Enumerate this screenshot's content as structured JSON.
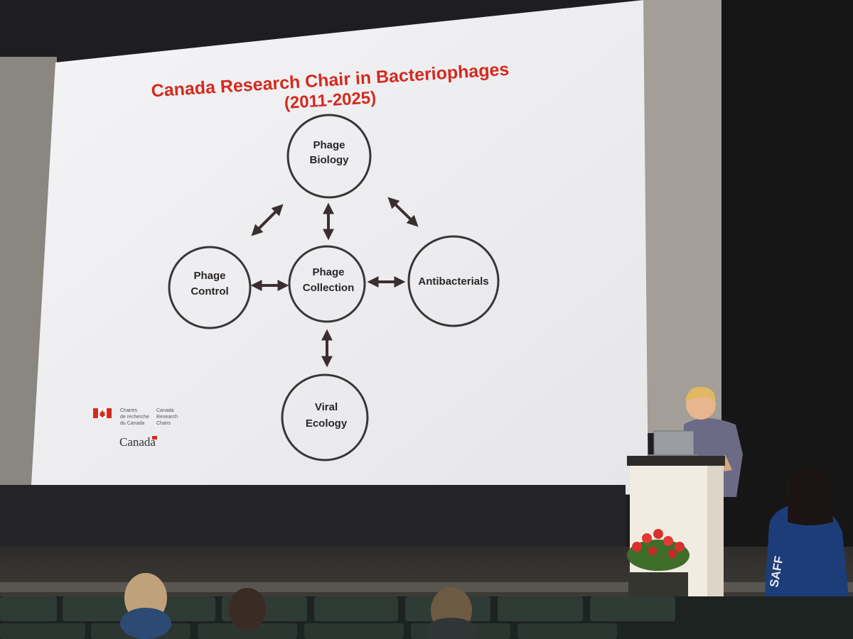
{
  "slide": {
    "title_line1": "Canada Research Chair in Bacteriophages",
    "title_line2": "(2011-2025)",
    "title_color": "#d42a1e",
    "nodes": {
      "phage_biology": [
        "Phage",
        "Biology"
      ],
      "phage_control": [
        "Phage",
        "Control"
      ],
      "phage_collection": [
        "Phage",
        "Collection"
      ],
      "antibacterials": [
        "Antibacterials"
      ],
      "viral_ecology": [
        "Viral",
        "Ecology"
      ]
    },
    "logo": {
      "fr_line1": "Chaires",
      "fr_line2": "de recherche",
      "fr_line3": "du Canada",
      "en_line1": "Canada",
      "en_line2": "Research",
      "en_line3": "Chairs",
      "wordmark": "Canada"
    }
  },
  "audience": {
    "shirt_text": "SAFF"
  },
  "colors": {
    "screen": "#eeeef0",
    "stage_wall": "#2a2a2c",
    "floor": "#3b3a37",
    "podium": "#f1ece2",
    "flowers": "#d8322c"
  }
}
